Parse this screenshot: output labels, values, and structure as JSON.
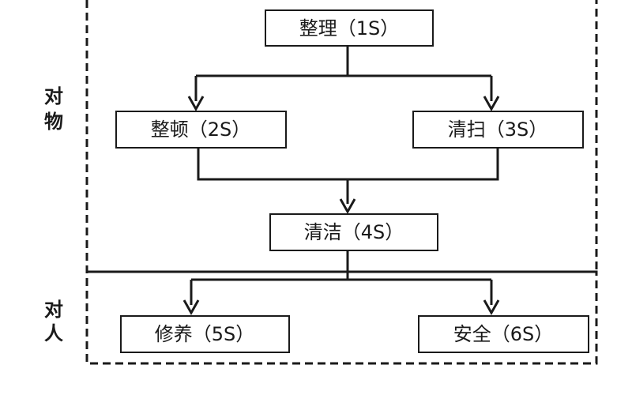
{
  "groups": {
    "objects": "对物",
    "people": "对人"
  },
  "nodes": {
    "seiri": "整理（1S）",
    "seiton": "整顿（2S）",
    "seiso": "清扫（3S）",
    "seiketsu": "清洁（4S）",
    "shitsuke": "修养（5S）",
    "safety": "安全（6S）"
  },
  "colors": {
    "line": "#1a1a1a",
    "background": "#ffffff"
  }
}
